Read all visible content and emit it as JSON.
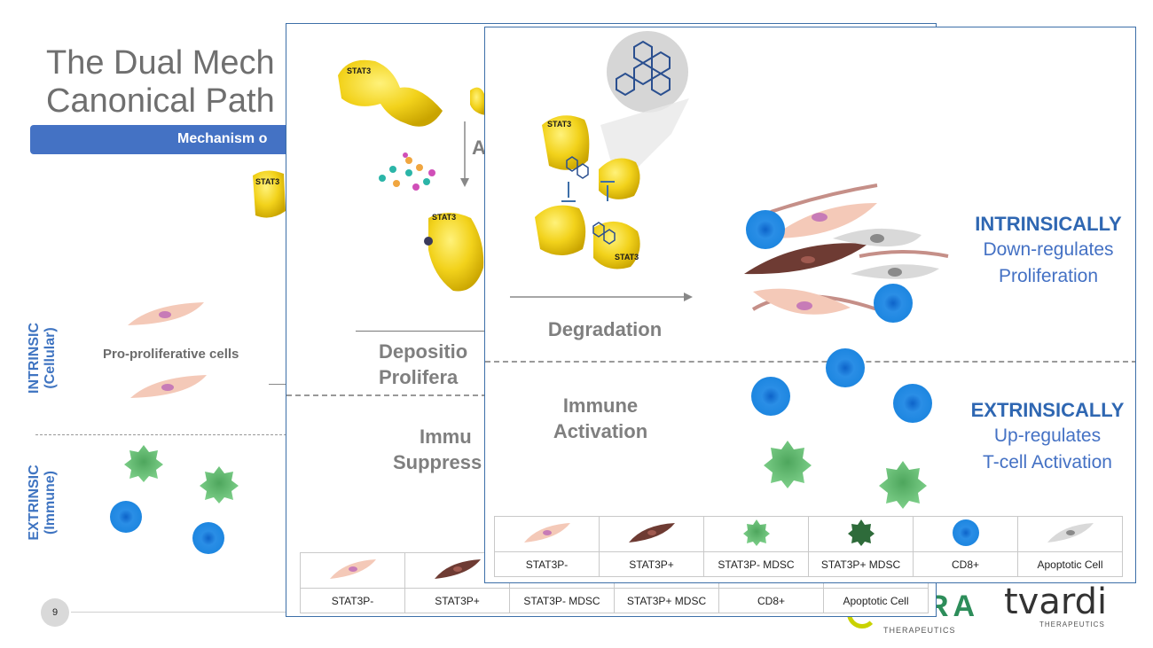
{
  "slide": {
    "title_line1": "The Dual Mech",
    "title_line2": "Canonical Path",
    "mechanism_bar": "Mechanism o",
    "intrinsic_label": "INTRINSIC",
    "intrinsic_sub": "(Cellular)",
    "extrinsic_label": "EXTRINSIC",
    "extrinsic_sub": "(Immune)",
    "pro_proliferative": "Pro-proliferative cells",
    "page_number": "9",
    "stat3_small": "STAT3"
  },
  "logos": {
    "cara_text": "RA",
    "cara_sub": "THERAPEUTICS",
    "tvardi_text": "tvardi",
    "tvardi_sub": "THERAPEUTICS"
  },
  "panel1": {
    "stat3_label": "STAT3",
    "letter_a": "A",
    "deposition_line1": "Depositio",
    "deposition_line2": "Prolifera",
    "immune_line1": "Immu",
    "immune_line2": "Suppress"
  },
  "panel2": {
    "stat3_label": "STAT3",
    "degradation": "Degradation",
    "immune_line1": "Immune",
    "immune_line2": "Activation",
    "intrinsically": "INTRINSICALLY",
    "intrinsic_desc_line1": "Down-regulates",
    "intrinsic_desc_line2": "Proliferation",
    "extrinsically": "EXTRINSICALLY",
    "extrinsic_desc_line1": "Up-regulates",
    "extrinsic_desc_line2": "T-cell Activation"
  },
  "legend": {
    "labels": [
      "STAT3P-",
      "STAT3P+",
      "STAT3P- MDSC",
      "STAT3P+ MDSC",
      "CD8+",
      "Apoptotic Cell"
    ]
  },
  "colors": {
    "accent_blue": "#4472c4",
    "stat3_yellow": "#f2d21b",
    "cd8_blue": "#1f8fe0",
    "mdsc_green": "#6cc27a",
    "mdsc_dark_green": "#2e6b3a",
    "stat3p_minus_cell": "#f4c9b8",
    "stat3p_plus_cell": "#6e3b33",
    "apoptotic_cell": "#d9d9d9"
  },
  "icons": {
    "cell": "spindle-cell-icon",
    "t_cell": "cd8-t-cell-icon",
    "mdsc": "mdsc-cell-icon",
    "protein": "stat3-protein-icon",
    "molecule": "drug-molecule-icon"
  }
}
